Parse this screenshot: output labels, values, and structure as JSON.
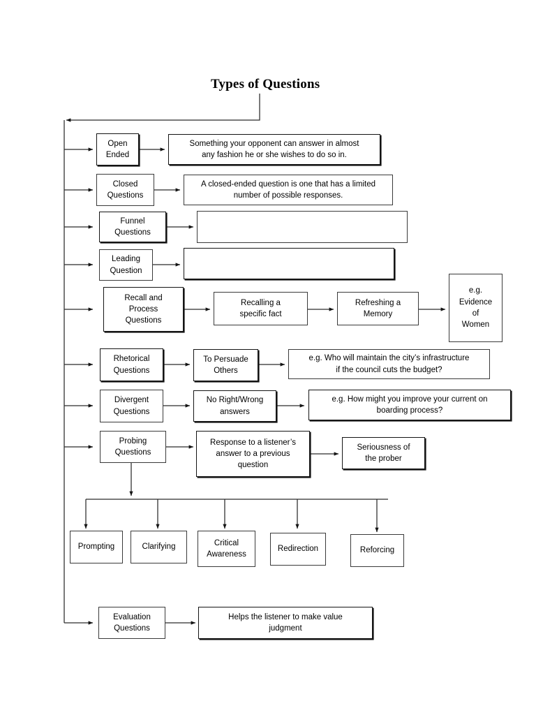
{
  "page": {
    "title": "Types of Questions",
    "background": "#ffffff",
    "ink": "#000000"
  },
  "diagram": {
    "type": "flowchart",
    "orientation": "left-spine-with-right-branches",
    "root_label": "Types of Questions",
    "branches": [
      {
        "id": "open-ended",
        "label": "Open\nEnded",
        "detail": "Something your opponent can answer in almost\nany fashion he or she wishes to do so in."
      },
      {
        "id": "closed-questions",
        "label": "Closed\nQuestions",
        "detail": "A closed-ended question is one that has a limited\nnumber of possible responses."
      },
      {
        "id": "funnel-questions",
        "label": "Funnel\nQuestions",
        "detail": ""
      },
      {
        "id": "leading-question",
        "label": "Leading\nQuestion",
        "detail": ""
      },
      {
        "id": "recall-and-process-questions",
        "label": "Recall and\nProcess\nQuestions",
        "chain": [
          "Recalling a\nspecific fact",
          "Refreshing a\nMemory",
          "e.g.\nEvidence\nof\nWomen"
        ]
      },
      {
        "id": "rhetorical-questions",
        "label": "Rhetorical\nQuestions",
        "chain": [
          "To Persuade\nOthers",
          "e.g. Who will maintain the city’s infrastructure\nif the council cuts the budget?"
        ]
      },
      {
        "id": "divergent-questions",
        "label": "Divergent\nQuestions",
        "chain": [
          "No Right/Wrong\nanswers",
          "e.g. How might you improve your current on\nboarding process?"
        ]
      },
      {
        "id": "probing-questions",
        "label": "Probing\nQuestions",
        "chain": [
          "Response to a listener’s\nanswer to a previous\nquestion",
          "Seriousness of\nthe prober"
        ],
        "children": [
          "Prompting",
          "Clarifying",
          "Critical\nAwareness",
          "Redirection",
          "Reforcing"
        ]
      },
      {
        "id": "evaluation-questions",
        "label": "Evaluation\nQuestions",
        "detail": "Helps the listener to make value\njudgment"
      }
    ]
  }
}
